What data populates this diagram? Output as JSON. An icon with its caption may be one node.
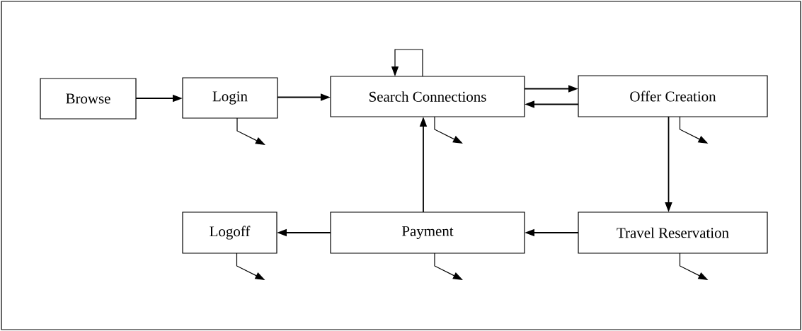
{
  "diagram": {
    "nodes": [
      {
        "text": [
          "Browse"
        ]
      },
      {
        "text": [
          "Login"
        ]
      },
      {
        "text": [
          "Search Connections"
        ]
      },
      {
        "text": [
          "Offer Creation"
        ]
      },
      {
        "text": [
          "Logoff"
        ]
      },
      {
        "text": [
          "Payment"
        ]
      },
      {
        "text": [
          "Travel Reservation"
        ]
      }
    ],
    "edges": [
      {
        "from": 0,
        "to": 1,
        "arrow": "to"
      },
      {
        "from": 1,
        "to": 2,
        "arrow": "to"
      },
      {
        "from": 2,
        "to": 3,
        "arrow": "to"
      },
      {
        "from": 3,
        "to": 2,
        "arrow": "to"
      },
      {
        "from": 2,
        "to": 2,
        "arrow": "to"
      },
      {
        "from": 3,
        "to": 6,
        "arrow": "to"
      },
      {
        "from": 6,
        "to": 5,
        "arrow": "to"
      },
      {
        "from": 5,
        "to": 4,
        "arrow": "to"
      },
      {
        "from": 5,
        "to": 2,
        "arrow": "to"
      },
      {
        "from": 1,
        "to": null,
        "arrow": "to"
      },
      {
        "from": 2,
        "to": null,
        "arrow": "to"
      },
      {
        "from": 3,
        "to": null,
        "arrow": "to"
      },
      {
        "from": 4,
        "to": null,
        "arrow": "to"
      },
      {
        "from": 5,
        "to": null,
        "arrow": "to"
      },
      {
        "from": 6,
        "to": null,
        "arrow": "to"
      }
    ]
  }
}
